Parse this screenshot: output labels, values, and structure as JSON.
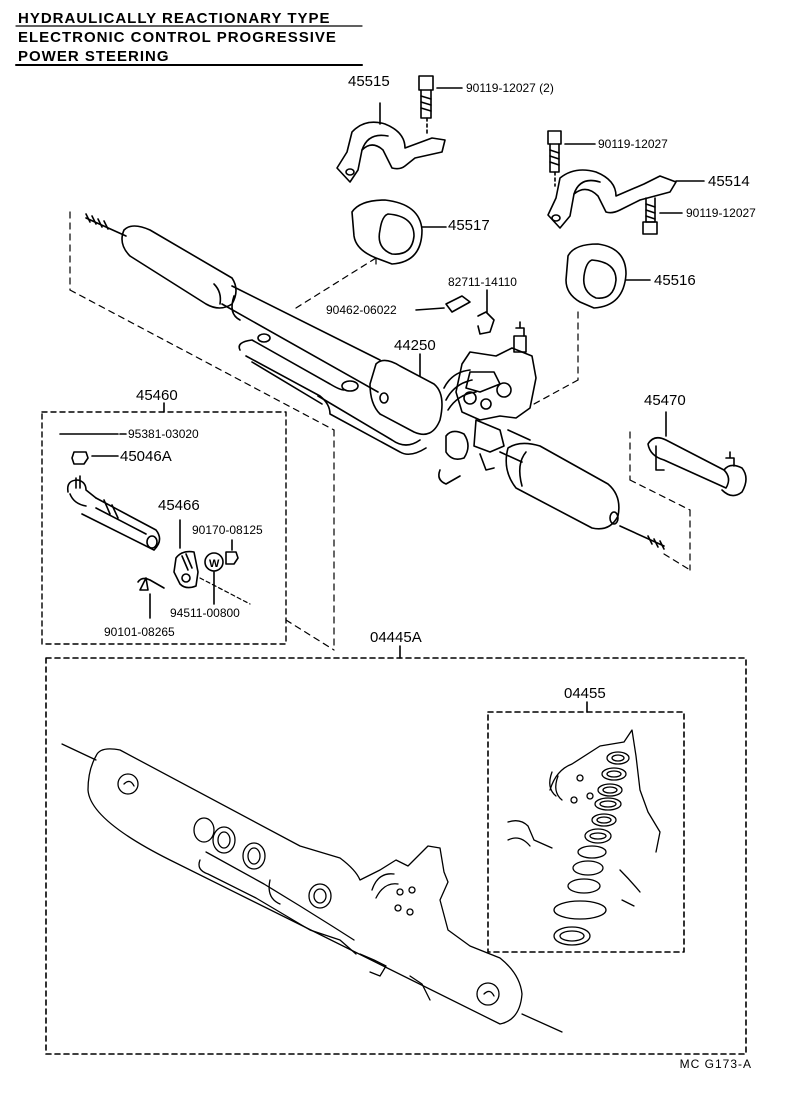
{
  "title": {
    "line1": "HYDRAULICALLY REACTIONARY TYPE",
    "line2": "ELECTRONIC CONTROL PROGRESSIVE",
    "line3": "POWER STEERING"
  },
  "parts": {
    "p45515": "45515",
    "p90119_12027_2": "90119-12027 (2)",
    "p90119_12027_a": "90119-12027",
    "p45514": "45514",
    "p90119_12027_b": "90119-12027",
    "p45517": "45517",
    "p82711_14110": "82711-14110",
    "p45516": "45516",
    "p90462_06022": "90462-06022",
    "p44250": "44250",
    "p45460": "45460",
    "p95381_03020": "95381-03020",
    "p45046A": "45046A",
    "p45466": "45466",
    "p90170_08125": "90170-08125",
    "p94511_00800": "94511-00800",
    "p90101_08265": "90101-08265",
    "p45470": "45470",
    "p04445A": "04445A",
    "p04455": "04455"
  },
  "footer": {
    "code": "MC  G173-A"
  }
}
